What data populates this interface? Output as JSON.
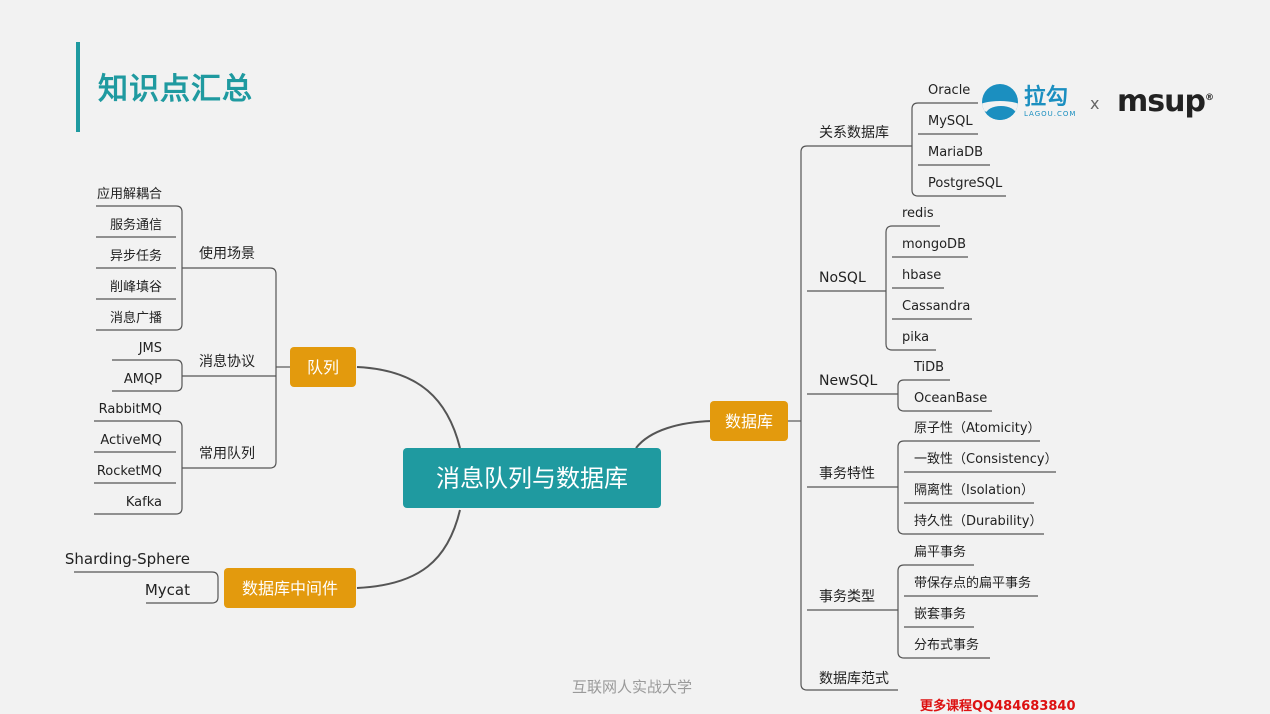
{
  "page": {
    "title": "知识点汇总",
    "footer": "互联网人实战大学",
    "watermark": "更多课程QQ484683840"
  },
  "branding": {
    "lagou_name": "拉勾",
    "lagou_sub": "LAGOU.COM",
    "separator": "x",
    "partner": "msup",
    "partner_mark": "®"
  },
  "colors": {
    "teal": "#1f9aa0",
    "orange": "#e39a0d",
    "line": "#555555",
    "text": "#222222"
  },
  "mindmap": {
    "center": "消息队列与数据库",
    "queue": {
      "label": "队列",
      "usage": {
        "label": "使用场景",
        "items": [
          "应用解耦合",
          "服务通信",
          "异步任务",
          "削峰填谷",
          "消息广播"
        ]
      },
      "protocol": {
        "label": "消息协议",
        "items": [
          "JMS",
          "AMQP"
        ]
      },
      "common": {
        "label": "常用队列",
        "items": [
          "RabbitMQ",
          "ActiveMQ",
          "RocketMQ",
          "Kafka"
        ]
      }
    },
    "middleware": {
      "label": "数据库中间件",
      "items": [
        "Sharding-Sphere",
        "Mycat"
      ]
    },
    "database": {
      "label": "数据库",
      "relational": {
        "label": "关系数据库",
        "items": [
          "Oracle",
          "MySQL",
          "MariaDB",
          "PostgreSQL"
        ]
      },
      "nosql": {
        "label": "NoSQL",
        "items": [
          "redis",
          "mongoDB",
          "hbase",
          "Cassandra",
          "pika"
        ]
      },
      "newsql": {
        "label": "NewSQL",
        "items": [
          "TiDB",
          "OceanBase"
        ]
      },
      "acid": {
        "label": "事务特性",
        "items": [
          "原子性（Atomicity）",
          "一致性（Consistency）",
          "隔离性（Isolation）",
          "持久性（Durability）"
        ]
      },
      "types": {
        "label": "事务类型",
        "items": [
          "扁平事务",
          "带保存点的扁平事务",
          "嵌套事务",
          "分布式事务"
        ]
      },
      "normal": {
        "label": "数据库范式"
      }
    }
  }
}
